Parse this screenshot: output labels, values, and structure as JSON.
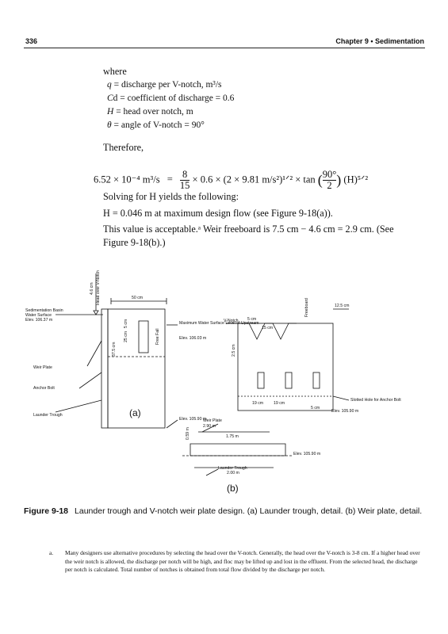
{
  "header": {
    "page_number": "336",
    "chapter": "Chapter 9 • Sedimentation"
  },
  "where": "where",
  "definitions": [
    {
      "sym": "q",
      "text": " = discharge per V-notch, m³/s"
    },
    {
      "sym": "C",
      "text": "d = coefficient of discharge = 0.6"
    },
    {
      "sym": "H",
      "text": " = head over notch, m"
    },
    {
      "sym": "θ",
      "text": " = angle of V-notch = 90°"
    }
  ],
  "therefore": "Therefore,",
  "equation": {
    "lhs": "6.52 × 10⁻⁴ m³/s",
    "equals": "=",
    "frac1_num": "8",
    "frac1_den": "15",
    "middle": "× 0.6 × (2 × 9.81 m/s²)¹ᐟ² × tan",
    "frac2_num": "90°",
    "frac2_den": "2",
    "tail": "(H)⁵ᐟ²"
  },
  "solving": "Solving for H yields the following:",
  "result": "H = 0.046 m at maximum design flow (see Figure 9-18(a)).",
  "acceptable": "This value is acceptable.ᵃ Weir freeboard is 7.5 cm − 4.6 cm = 2.9 cm. (See Figure 9-18(b).)",
  "figure": {
    "a_labels": {
      "basin": "Sedimentation Basin",
      "water_surface": "Water Surface",
      "elev_top": "Elev. 106.37 m",
      "weir_plate": "Weir Plate",
      "anchor_bolt": "Anchor Bolt",
      "launder": "Launder Trough",
      "dim_50": "50 cm",
      "dim_46": "4.6 cm",
      "head": "Head over V-Notch",
      "max_ws": "Maximum Water Surface Level of Upstream",
      "elev_max": "Elev. 106.03 m",
      "elev_bottom": "Elev. 105.90 m",
      "dim_375": "37.5 cm",
      "dim_25": "25 cm",
      "dim_5": "5 cm",
      "free_fall": "Free Fall",
      "sub_a": "(a)"
    },
    "b_labels": {
      "vnotch": "V-Notch",
      "dim_125": "12.5 cm",
      "dim_5a": "5 cm",
      "dim_15": "15 cm",
      "dim_25": "2.5 cm",
      "dim_19a": "19 cm",
      "dim_19b": "19 cm",
      "dim_5b": "5 cm",
      "slotted": "Slotted Hole for Anchor Bolt",
      "elev": "Elev. 105.90 m",
      "freeboard": "Freeboard",
      "weir_plate": "Weir Plate",
      "dim_290": "2.90 m",
      "dim_175": "1.75 m",
      "dim_200": "2.00 m",
      "dim_059": "0.59 m",
      "launder": "Launder Trough",
      "elev2": "Elev. 105.90 m",
      "sub_b": "(b)"
    }
  },
  "caption": {
    "label": "Figure 9-18",
    "text": "Launder trough and V-notch weir plate design. (a) Launder trough, detail. (b) Weir plate, detail."
  },
  "footnote": {
    "mark": "a.",
    "text": "Many designers use alternative procedures by selecting the head over the V-notch. Generally, the head over the V-notch is 3-8 cm. If a higher head over the weir notch is allowed, the discharge per notch will be high, and floc may be lifted up and lost in the effluent. From the selected head, the discharge per notch is calculated. Total number of notches is obtained from total flow divided by the discharge per notch."
  }
}
